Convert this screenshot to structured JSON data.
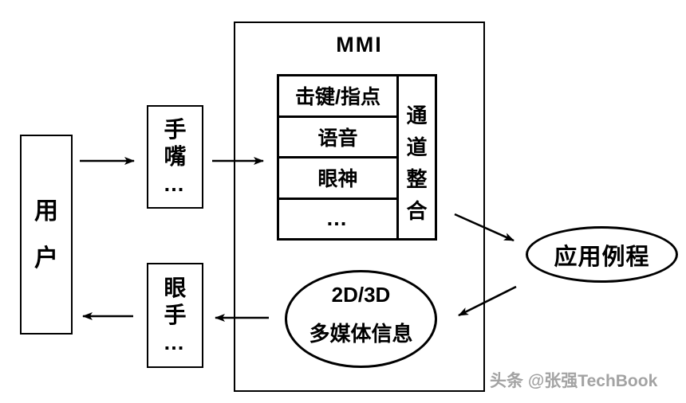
{
  "diagram": {
    "user_box": {
      "label": "用户",
      "chars": [
        "用",
        "户"
      ]
    },
    "hand_mouth_box": {
      "label": "手嘴…",
      "lines": [
        "手",
        "嘴",
        "…"
      ]
    },
    "eye_hand_box": {
      "label": "眼手…",
      "lines": [
        "眼",
        "手",
        "…"
      ]
    },
    "mmi": {
      "title": "MMI",
      "input_table": {
        "rows": [
          "击键/指点",
          "语音",
          "眼神",
          "…"
        ],
        "integration_label": "通道整合",
        "integration_chars": [
          "通",
          "道",
          "整",
          "合"
        ]
      },
      "media_ellipse": {
        "line1": "2D/3D",
        "line2": "多媒体信息"
      }
    },
    "app_ellipse": {
      "label": "应用例程"
    },
    "arrows": [
      "user-to-handmouth",
      "handmouth-to-channels",
      "integration-to-app-routine",
      "app-routine-to-media",
      "media-to-eyehand",
      "eyehand-to-user"
    ]
  },
  "watermark": "头条 @张强TechBook",
  "colors": {
    "stroke": "#000000",
    "background": "#ffffff",
    "watermark_text": "#a3a3a3"
  }
}
